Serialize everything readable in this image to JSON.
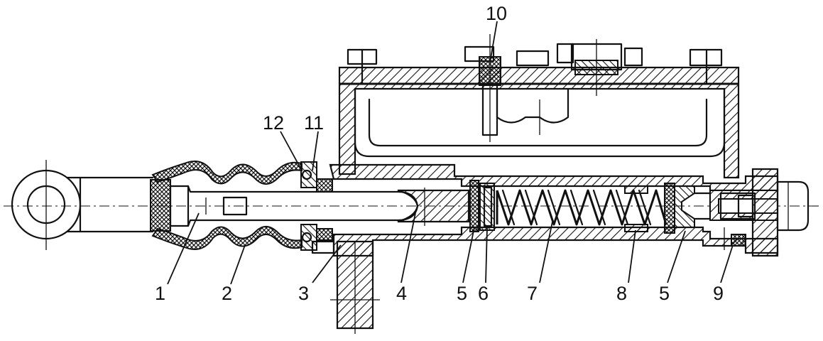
{
  "diagram": {
    "labels": [
      {
        "id": "1",
        "text": "1"
      },
      {
        "id": "2",
        "text": "2"
      },
      {
        "id": "3",
        "text": "3"
      },
      {
        "id": "4",
        "text": "4"
      },
      {
        "id": "5a",
        "text": "5"
      },
      {
        "id": "6",
        "text": "6"
      },
      {
        "id": "7",
        "text": "7"
      },
      {
        "id": "8",
        "text": "8"
      },
      {
        "id": "5b",
        "text": "5"
      },
      {
        "id": "9",
        "text": "9"
      },
      {
        "id": "10",
        "text": "10"
      },
      {
        "id": "11",
        "text": "11"
      },
      {
        "id": "12",
        "text": "12"
      }
    ]
  }
}
